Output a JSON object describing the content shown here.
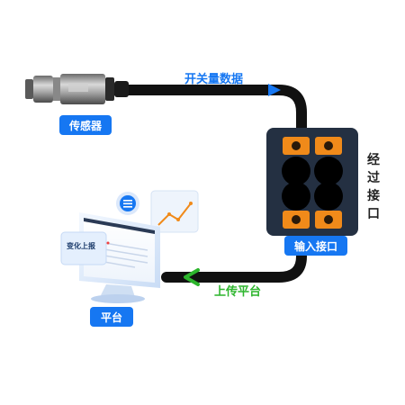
{
  "labels": {
    "sensor": "传感器",
    "switch_data": "开关量数据",
    "via_interface_chars": [
      "经",
      "过",
      "接",
      "口"
    ],
    "input_interface": "输入接口",
    "upload_platform": "上传平台",
    "platform": "平台",
    "monitor_card": "变化上报"
  },
  "colors": {
    "accent_blue": "#1677f2",
    "accent_green": "#2db52d",
    "cable": "#111111",
    "module_body": "#243042",
    "terminal_orange": "#f08a1a"
  },
  "icons": {
    "arrow_right": "arrow-right-icon",
    "arrow_left": "arrow-left-icon",
    "menu": "menu-icon"
  }
}
